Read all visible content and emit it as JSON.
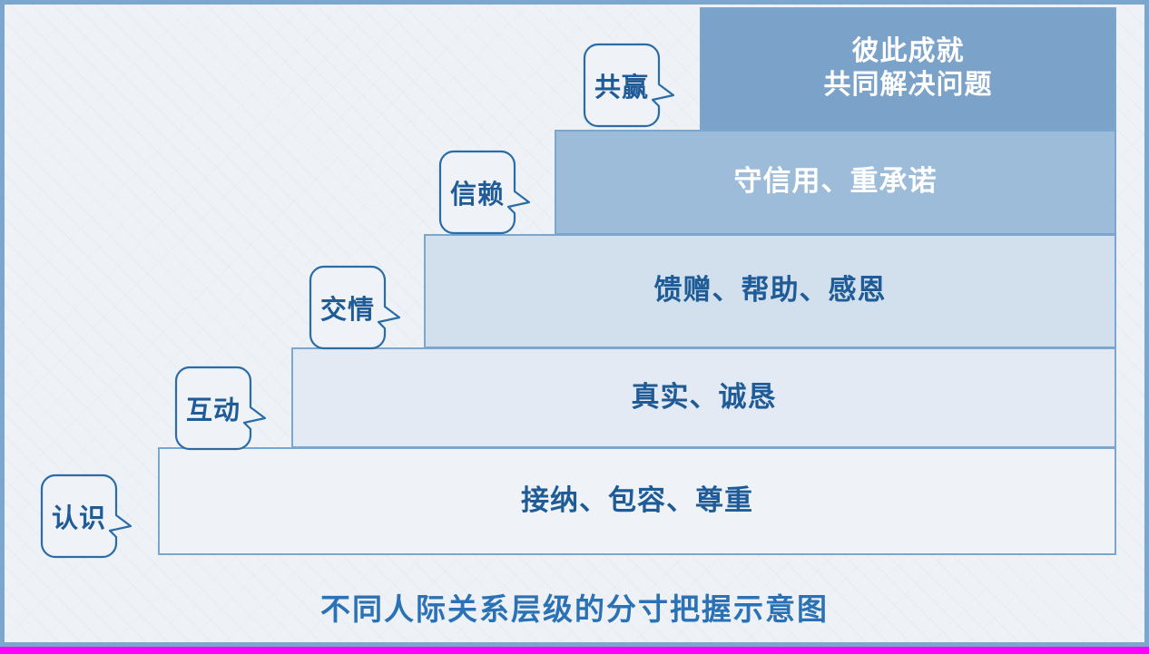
{
  "diagram": {
    "title": "不同人际关系层级的分寸把握示意图",
    "colors": {
      "frame_border": "#7ba7cf",
      "step_border": "#7ba7cf",
      "background": "#eef2f7",
      "text_dark_blue": "#1f5c97",
      "title_blue": "#2a72b5",
      "bottom_strip": "#ff00ff"
    },
    "steps": [
      {
        "level": 1,
        "label": "认识",
        "content": "接纳、包容、尊重",
        "fill": "#eff3f8",
        "text_color": "#1f5c97"
      },
      {
        "level": 2,
        "label": "互动",
        "content": "真实、诚恳",
        "fill": "#e3eaf3",
        "text_color": "#1f5c97"
      },
      {
        "level": 3,
        "label": "交情",
        "content": "馈赠、帮助、感恩",
        "fill": "#d2dfec",
        "text_color": "#1f5c97"
      },
      {
        "level": 4,
        "label": "信赖",
        "content": "守信用、重承诺",
        "fill": "#9cbcd9",
        "text_color": "#ffffff"
      },
      {
        "level": 5,
        "label": "共赢",
        "content": "彼此成就\n共同解决问题",
        "fill": "#7ba2c8",
        "text_color": "#ffffff"
      }
    ]
  }
}
